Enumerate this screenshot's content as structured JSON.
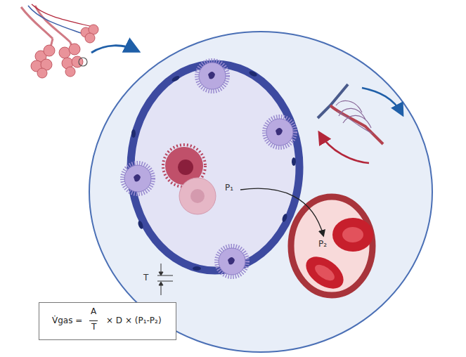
{
  "diagram": {
    "nodes": [
      {
        "text": [
          "V̇gas =",
          "A",
          "T",
          "× D × (P₁-P₂)"
        ]
      }
    ],
    "labels": [
      "P₁",
      "P₂",
      "T"
    ]
  }
}
